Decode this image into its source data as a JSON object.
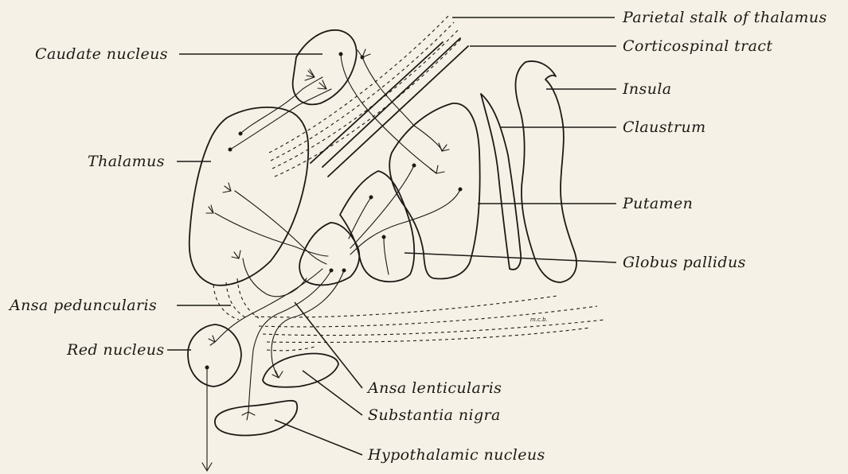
{
  "labels": {
    "parietal_stalk": "Parietal stalk of thalamus",
    "corticospinal": "Corticospinal tract",
    "insula": "Insula",
    "claustrum": "Claustrum",
    "putamen": "Putamen",
    "globus_pallidus": "Globus pallidus",
    "caudate": "Caudate nucleus",
    "thalamus": "Thalamus",
    "ansa_peduncularis": "Ansa peduncularis",
    "red_nucleus": "Red nucleus",
    "ansa_lenticularis": "Ansa lenticularis",
    "substantia_nigra": "Substantia nigra",
    "hypothalamic": "Hypothalamic nucleus"
  },
  "signature": "m.c.b."
}
